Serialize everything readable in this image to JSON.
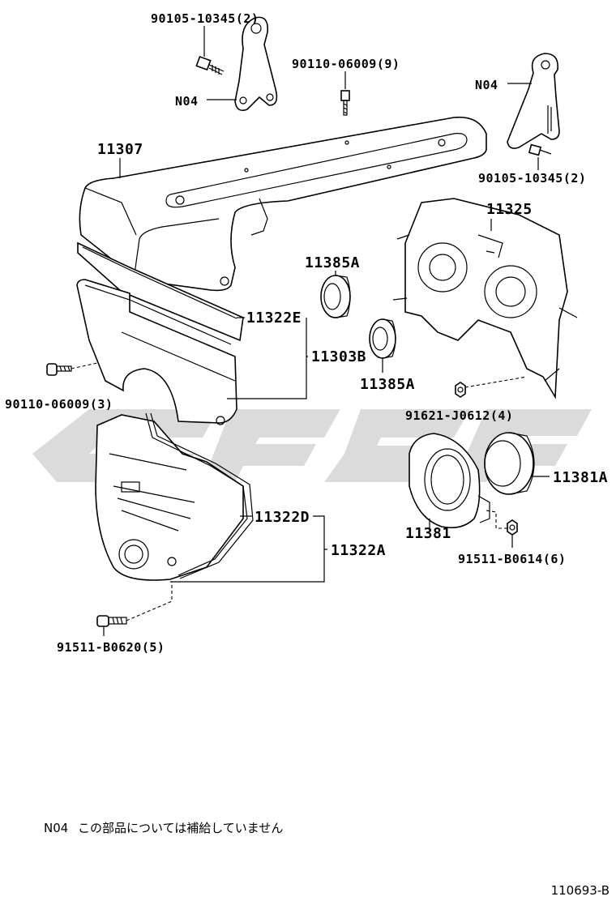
{
  "labels": {
    "p_90105_top": "90105-10345(2)",
    "n04_top_left": "N04",
    "p_90110_top": "90110-06009(9)",
    "n04_top_right": "N04",
    "p_90105_right": "90105-10345(2)",
    "p_11307": "11307",
    "p_11325": "11325",
    "p_11385A_top": "11385A",
    "p_11322E": "11322E",
    "p_11303B": "11303B",
    "p_11385A_bottom": "11385A",
    "p_90110_left": "90110-06009(3)",
    "p_91621": "91621-J0612(4)",
    "p_11381A": "11381A",
    "p_11322D": "11322D",
    "p_11322A": "11322A",
    "p_11381": "11381",
    "p_91511_b0614": "91511-B0614(6)",
    "p_91511_b0620": "91511-B0620(5)"
  },
  "footnote": {
    "code": "N04",
    "text": "この部品については補給していません"
  },
  "diagram_ref": "110693-B"
}
